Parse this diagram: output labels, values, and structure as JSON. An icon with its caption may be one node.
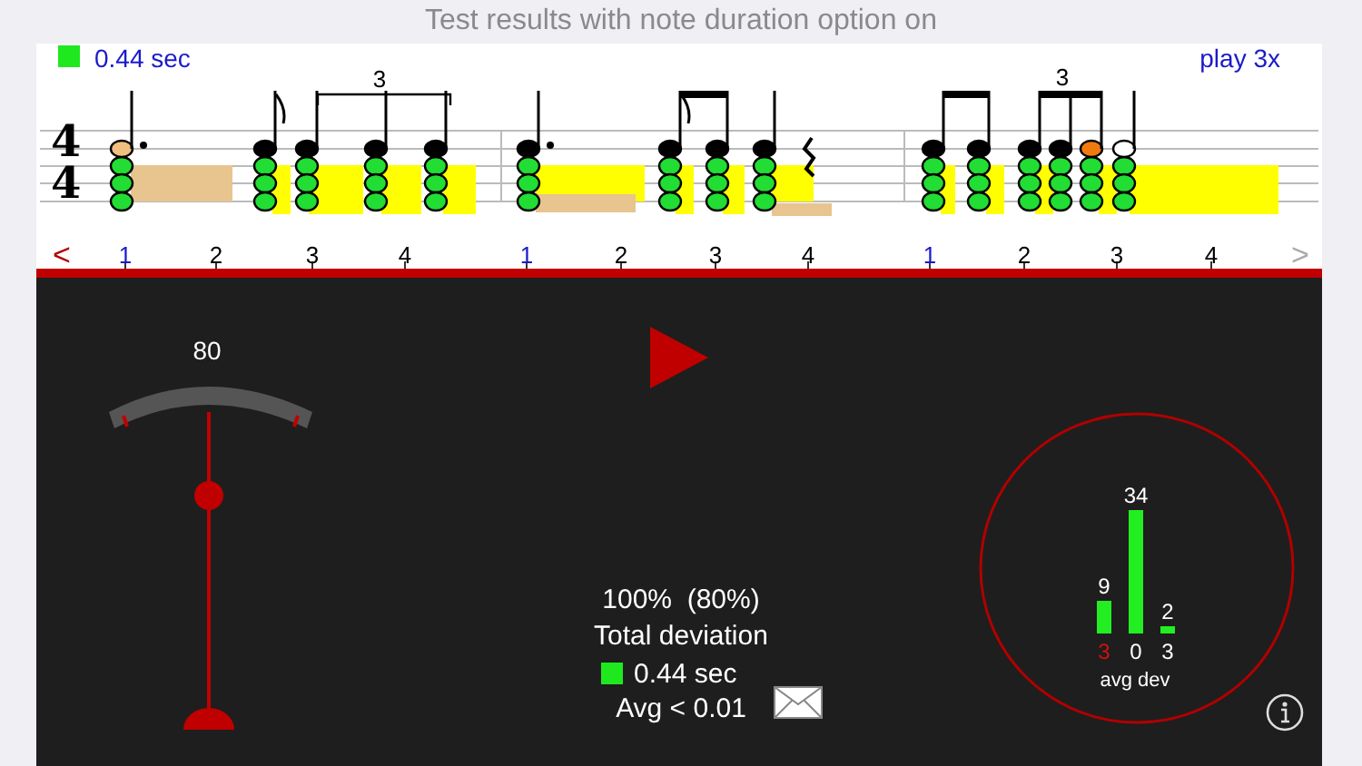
{
  "diagram": {
    "title": "Test results with note duration option on",
    "labels": [
      "0.44 sec",
      "play 3x",
      "4",
      "4",
      "3",
      "3",
      "<",
      "1",
      "2",
      "3",
      "4",
      "1",
      "2",
      "3",
      "4",
      "1",
      "2",
      "3",
      "4",
      ">",
      "80",
      "100%  (80%)",
      "Total deviation",
      "0.44 sec",
      "Avg < 0.01"
    ],
    "chart_data": {
      "type": "bar",
      "xlabel": "avg dev",
      "categories": [
        "3",
        "0",
        "3"
      ],
      "series": [
        {
          "color": "#22ee22",
          "values": [
            9,
            34,
            2
          ]
        }
      ],
      "data_labels": true
    }
  }
}
